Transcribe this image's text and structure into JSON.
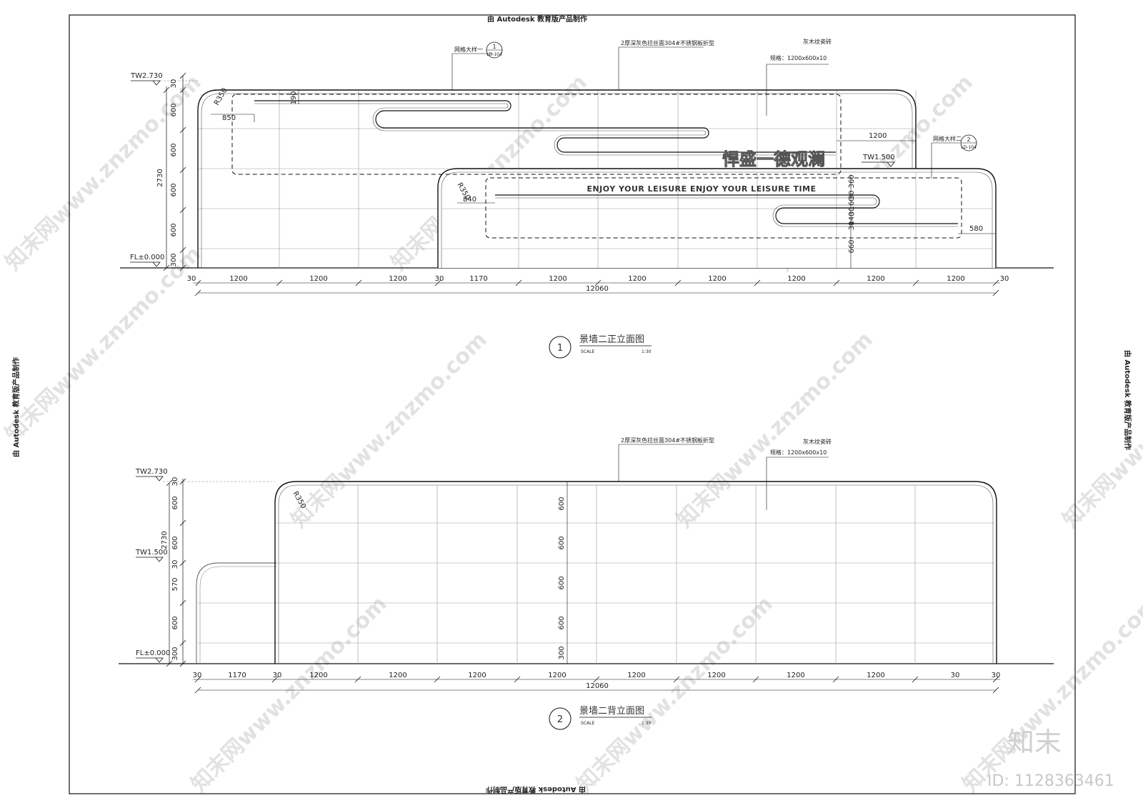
{
  "edge_notes": {
    "top": "由 Autodesk 教育版产品制作",
    "left": "由 Autodesk 教育版产品制作",
    "right": "由 Autodesk 教育版产品制作",
    "bottom": "由 Autodesk 教育版产品制作"
  },
  "watermark": {
    "text": "知末网www.znzmo.com",
    "brand": "知末",
    "id": "ID: 1128363461"
  },
  "front_elevation": {
    "number": "1",
    "title": "景墙二正立面图",
    "scale_label": "SCALE",
    "scale": "1:30",
    "levels": {
      "top": "TW2.730",
      "mid": "TW1.500",
      "floor": "FL±0.000"
    },
    "notes": {
      "grid1": "网格大样一",
      "grid1_num": "1",
      "grid1_ref": "LD-104",
      "grid2": "网格大样二",
      "grid2_num": "2",
      "grid2_ref": "LD-104",
      "steel": "2厚深灰色拉丝面304#不锈钢板折型",
      "stone": "灰木纹瓷砖",
      "spec": "规格：1200x600x10"
    },
    "left_dims": [
      "30",
      "600",
      "600",
      "600",
      "600",
      "300"
    ],
    "total_height": "2730",
    "inner_dims": {
      "r_high": "R350",
      "d850": "850",
      "d190": "190",
      "r_low": "R350",
      "d840": "840",
      "d1200": "1200",
      "d580": "580"
    },
    "right_dims": [
      "360",
      "30",
      "160",
      "30",
      "140",
      "30",
      "660"
    ],
    "logo_text": "悍盛一德观澜",
    "slogan": "ENJOY YOUR LEISURE ENJOY YOUR LEISURE TIME",
    "bottom_dims": [
      "30",
      "1200",
      "1200",
      "1200",
      "30",
      "1170",
      "1200",
      "1200",
      "1200",
      "1200",
      "1200",
      "1200",
      "30"
    ],
    "total_width": "12060"
  },
  "back_elevation": {
    "number": "2",
    "title": "景墙二背立面图",
    "scale_label": "SCALE",
    "scale": "1:30",
    "levels": {
      "top": "TW2.730",
      "mid": "TW1.500",
      "floor": "FL±0.000"
    },
    "notes": {
      "steel": "2厚深灰色拉丝面304#不锈钢板折型",
      "stone": "灰木纹瓷砖",
      "spec": "规格：1200x600x10"
    },
    "left_dims": [
      "30",
      "600",
      "600",
      "30",
      "570",
      "600",
      "300"
    ],
    "total_height": "2730",
    "radius": "R350",
    "center_dims": [
      "600",
      "600",
      "600",
      "600",
      "300"
    ],
    "bottom_dims": [
      "30",
      "1170",
      "30",
      "1200",
      "1200",
      "1200",
      "1200",
      "1200",
      "1200",
      "1200",
      "1200",
      "30"
    ],
    "total_width": "12060"
  }
}
